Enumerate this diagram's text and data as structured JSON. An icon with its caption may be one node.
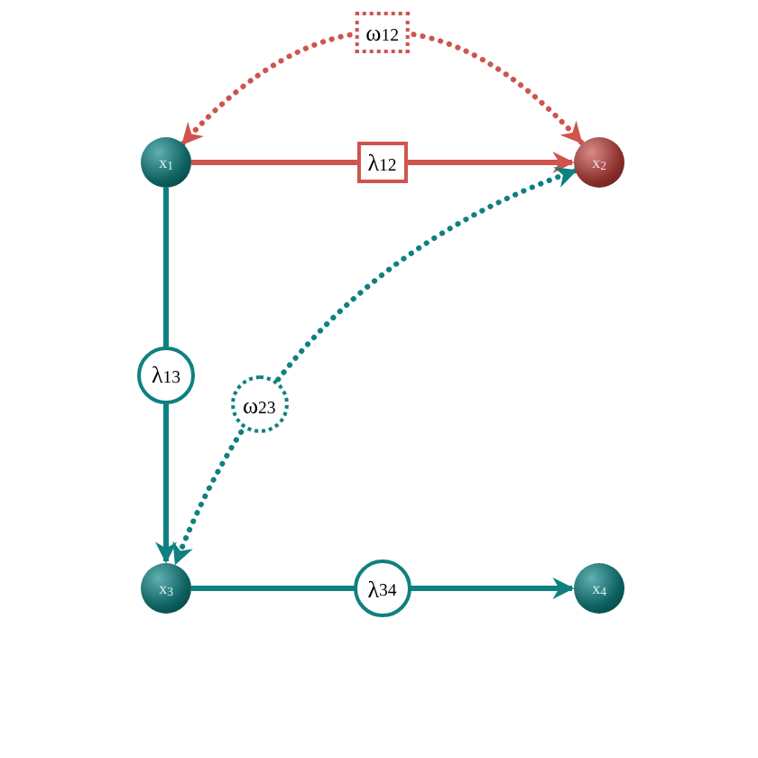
{
  "diagram": {
    "nodes": [
      {
        "text": [
          "x$_{1}$"
        ]
      },
      {
        "text": [
          "x$_{2}$"
        ]
      },
      {
        "text": [
          "x$_{3}$"
        ]
      },
      {
        "text": [
          "x$_{4}$"
        ]
      }
    ],
    "edges": [
      {
        "from": 0,
        "to": 1,
        "arrow": "to",
        "label": "λ$_{12}$",
        "color": "#d0534e"
      },
      {
        "from": 0,
        "to": 1,
        "arrow": "both",
        "label": "ω$_{12}$",
        "style": "dashed",
        "color": "#d0534e"
      },
      {
        "from": 0,
        "to": 2,
        "arrow": "to",
        "label": "λ$_{13}$"
      },
      {
        "from": 1,
        "to": 2,
        "arrow": "both",
        "label": "ω$_{23}$",
        "style": "dashed"
      },
      {
        "from": 2,
        "to": 3,
        "arrow": "to",
        "label": "λ$_{34}$"
      }
    ]
  }
}
